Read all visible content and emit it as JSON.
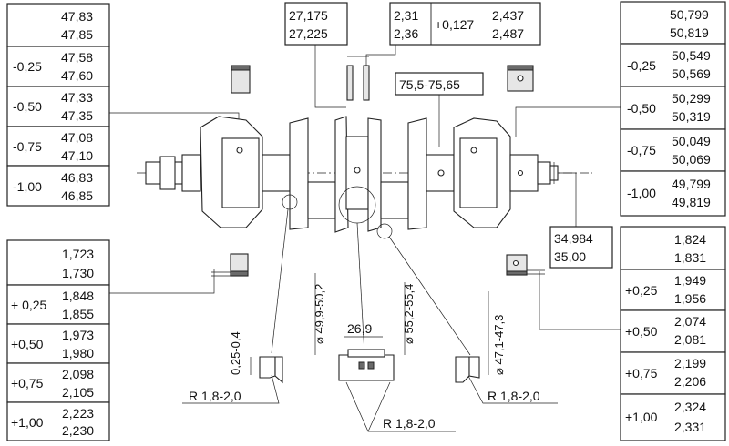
{
  "main_journal_sizes": [
    {
      "grade": "",
      "min": "47,83",
      "max": "47,85"
    },
    {
      "grade": "-0,25",
      "min": "47,58",
      "max": "47,60"
    },
    {
      "grade": "-0,50",
      "min": "47,33",
      "max": "47,35"
    },
    {
      "grade": "-0,75",
      "min": "47,08",
      "max": "47,10"
    },
    {
      "grade": "-1,00",
      "min": "46,83",
      "max": "46,85"
    }
  ],
  "main_bearing_thickness": [
    {
      "grade": "",
      "min": "1,723",
      "max": "1,730"
    },
    {
      "grade": "+ 0,25",
      "min": "1,848",
      "max": "1,855"
    },
    {
      "grade": "+0,50",
      "min": "1,973",
      "max": "1,980"
    },
    {
      "grade": "+0,75",
      "min": "2,098",
      "max": "2,105"
    },
    {
      "grade": "+1,00",
      "min": "2,223",
      "max": "2,230"
    }
  ],
  "rod_journal_sizes": [
    {
      "grade": "",
      "min": "50,799",
      "max": "50,819"
    },
    {
      "grade": "-0,25",
      "min": "50,549",
      "max": "50,569"
    },
    {
      "grade": "-0,50",
      "min": "50,299",
      "max": "50,319"
    },
    {
      "grade": "-0,75",
      "min": "50,049",
      "max": "50,069"
    },
    {
      "grade": "-1,00",
      "min": "49,799",
      "max": "49,819"
    }
  ],
  "rod_bearing_thickness": [
    {
      "grade": "",
      "min": "1,824",
      "max": "1,831"
    },
    {
      "grade": "+0,25",
      "min": "1,949",
      "max": "1,956"
    },
    {
      "grade": "+0,50",
      "min": "2,074",
      "max": "2,081"
    },
    {
      "grade": "+0,75",
      "min": "2,199",
      "max": "2,206"
    },
    {
      "grade": "+1,00",
      "min": "2,324",
      "max": "2,331"
    }
  ],
  "journal_width": {
    "min": "27,175",
    "max": "27,225"
  },
  "thrust_washer": {
    "min": "2,31",
    "max": "2,36",
    "grade": "+0,127",
    "grade_min": "2,437",
    "grade_max": "2,487"
  },
  "rod_journal_length": "75,5-75,65",
  "flange_diameter": {
    "min": "34,984",
    "max": "35,00"
  },
  "detail_dimensions": {
    "fillet_depth": "0,25-0,4",
    "dia_a": "⌀ 49,9-50,2",
    "dia_b": "⌀ 55,2-55,4",
    "dia_c": "⌀ 47,1-47,3",
    "center_width": "26,9",
    "radius_left": "R 1,8-2,0",
    "radius_center": "R 1,8-2,0",
    "radius_right": "R 1,8-2,0"
  }
}
